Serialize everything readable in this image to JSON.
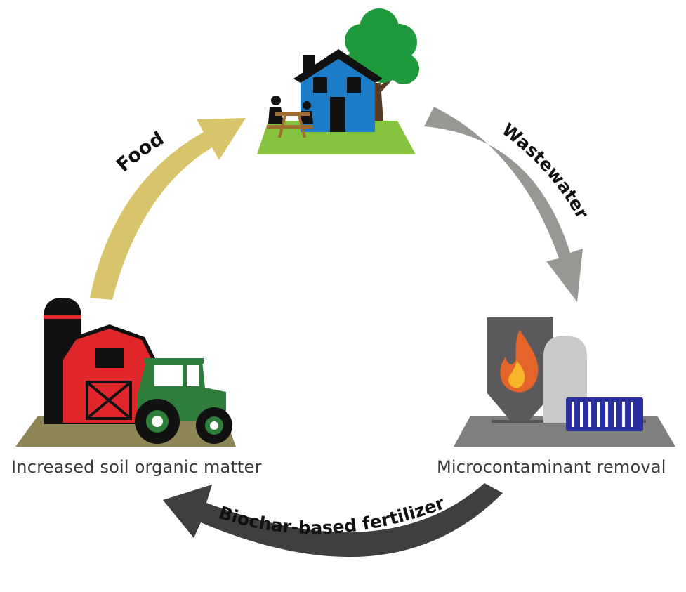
{
  "arrows": [
    {
      "id": "food",
      "label": "Food",
      "color": "#D8C46A"
    },
    {
      "id": "wastewater",
      "label": "Wastewater",
      "color": "#999794"
    },
    {
      "id": "biochar",
      "label": "Biochar-based fertilizer",
      "color": "#3E4040"
    }
  ],
  "nodes": {
    "farm": {
      "caption": "Increased soil organic matter",
      "icon": "farm-barn-tractor-icon"
    },
    "home": {
      "icon": "house-picnic-tree-icon"
    },
    "plant": {
      "caption": "Microcontaminant removal",
      "icon": "treatment-plant-icon"
    }
  },
  "colors": {
    "house_blue": "#1C7CC8",
    "barn_red": "#E0262B",
    "tractor_green": "#2E7D3A",
    "tree_green": "#1E9A3C",
    "grass_green": "#86C440",
    "field_olive": "#8E8755",
    "flame_orange": "#E4642A",
    "flame_yellow": "#F7B52C",
    "container_blue": "#2A2F9E"
  }
}
